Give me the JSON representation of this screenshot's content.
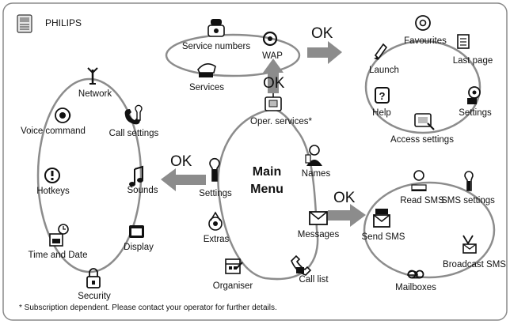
{
  "brand": "PHILIPS",
  "main_menu": {
    "line1": "Main",
    "line2": "Menu"
  },
  "ok_label": "OK",
  "main_items": {
    "oper_services": "Oper. services*",
    "names": "Names",
    "messages": "Messages",
    "call_list": "Call list",
    "organiser": "Organiser",
    "extras": "Extras",
    "settings": "Settings"
  },
  "oper_submenu": {
    "service_numbers": "Service numbers",
    "wap": "WAP",
    "services": "Services"
  },
  "wap_submenu": {
    "favourites": "Favourites",
    "last_page": "Last page",
    "settings": "Settings",
    "access_settings": "Access settings",
    "help": "Help",
    "launch": "Launch"
  },
  "settings_submenu": {
    "network": "Network",
    "call_settings": "Call settings",
    "sounds": "Sounds",
    "display": "Display",
    "security": "Security",
    "time_and_date": "Time and Date",
    "hotkeys": "Hotkeys",
    "voice_command": "Voice command"
  },
  "messages_submenu": {
    "read_sms": "Read SMS",
    "sms_settings": "SMS settings",
    "broadcast_sms": "Broadcast SMS",
    "mailboxes": "Mailboxes",
    "send_sms": "Send SMS"
  },
  "footnote": "* Subscription dependent.  Please contact your operator for further details.",
  "colors": {
    "border": "#8a8a8a",
    "loop": "#8c8c8c",
    "arrow": "#8c8c8c",
    "text": "#111111"
  }
}
